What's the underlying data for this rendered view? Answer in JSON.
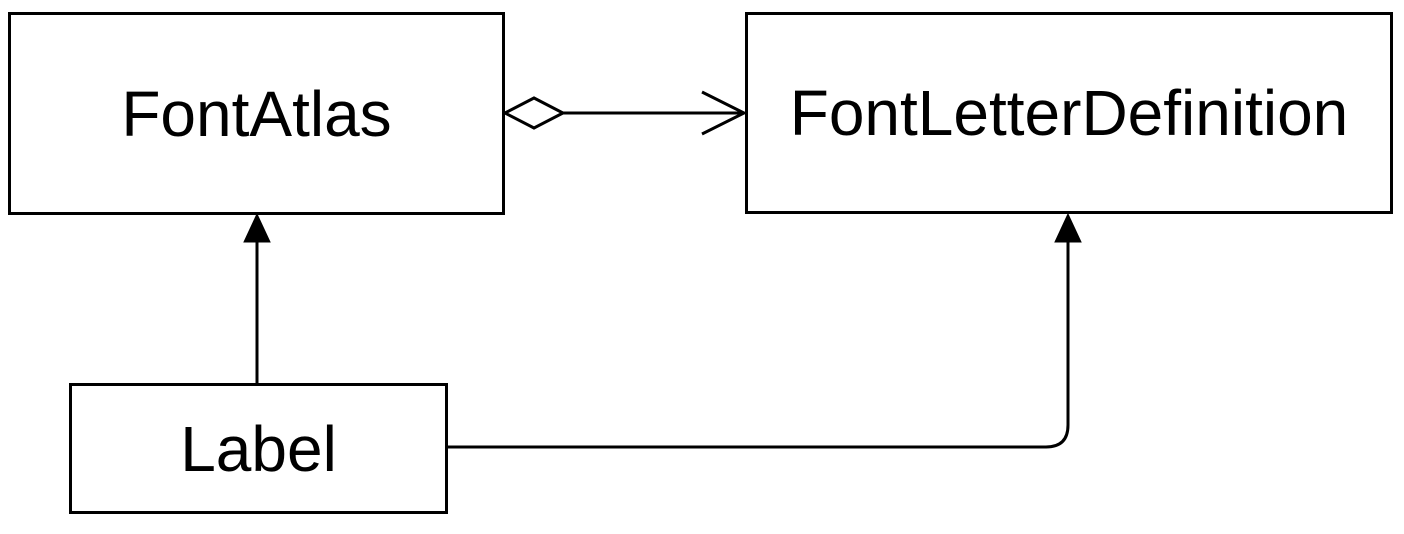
{
  "diagram": {
    "background_color": "#ffffff",
    "stroke_color": "#000000",
    "nodes": [
      {
        "id": "font-atlas",
        "label": "FontAtlas"
      },
      {
        "id": "font-letter-definition",
        "label": "FontLetterDefinition"
      },
      {
        "id": "label",
        "label": "Label"
      }
    ],
    "edges": [
      {
        "from": "FontAtlas",
        "to": "FontLetterDefinition",
        "type": "aggregation",
        "source_marker": "hollow-diamond",
        "target_marker": "open-arrow"
      },
      {
        "from": "Label",
        "to": "FontAtlas",
        "type": "directed-association",
        "target_marker": "filled-arrow"
      },
      {
        "from": "Label",
        "to": "FontLetterDefinition",
        "type": "directed-association",
        "target_marker": "filled-arrow"
      }
    ]
  }
}
